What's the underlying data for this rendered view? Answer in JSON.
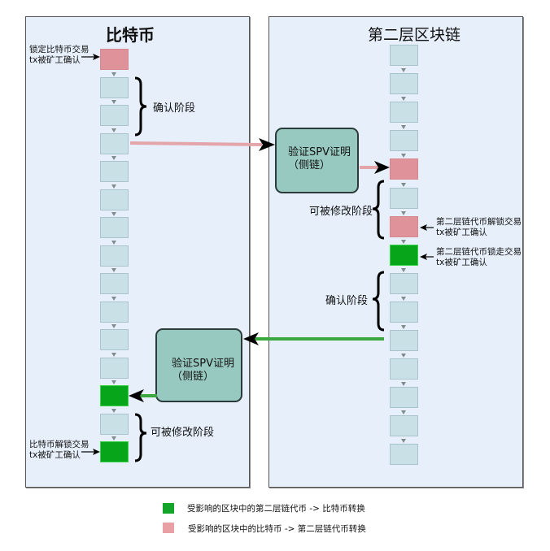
{
  "left_chain": {
    "title": "比特币",
    "blocks": [
      "pink",
      "normal",
      "normal",
      "normal",
      "normal",
      "normal",
      "normal",
      "normal",
      "normal",
      "normal",
      "normal",
      "normal",
      "green",
      "normal",
      "green"
    ],
    "annotations": {
      "lock_tx": {
        "line1": "锁定比特币交易",
        "line2": "tx被矿工确认"
      },
      "unlock_tx": {
        "line1": "比特币解锁交易",
        "line2": "tx被矿工确认"
      }
    },
    "phases": {
      "confirm": "确认阶段",
      "modifiable": "可被修改阶段"
    },
    "spv_box": {
      "line1": "验证SPV证明",
      "line2": "（侧链）"
    }
  },
  "right_chain": {
    "title": "第二层区块链",
    "blocks": [
      "normal",
      "normal",
      "normal",
      "normal",
      "pink",
      "normal",
      "pink",
      "green",
      "normal",
      "normal",
      "normal",
      "normal",
      "normal",
      "normal",
      "normal"
    ],
    "annotations": {
      "unlock_tx": {
        "line1": "第二层链代币解锁交易",
        "line2": "tx被矿工确认"
      },
      "lock_tx": {
        "line1": "第二层链代币锁走交易",
        "line2": "tx被矿工确认"
      }
    },
    "phases": {
      "modifiable": "可被修改阶段",
      "confirm": "确认阶段"
    },
    "spv_box": {
      "line1": "验证SPV证明",
      "line2": "（侧链）"
    }
  },
  "legend": [
    {
      "color": "#12a52a",
      "text": "受影响的区块中的第二层链代币 -> 比特币转换"
    },
    {
      "color": "#e8a0a4",
      "text": "受影响的区块中的比特币 -> 第二层链代币转换"
    }
  ],
  "colors": {
    "block": "#c8e0e6",
    "pink_block": "#e0929a",
    "green_block": "#07a61a",
    "pink_arrow": "#e3a5aa",
    "green_arrow": "#3aa83f",
    "spv_box": "#98c9c1",
    "panel": "#e6effa"
  }
}
